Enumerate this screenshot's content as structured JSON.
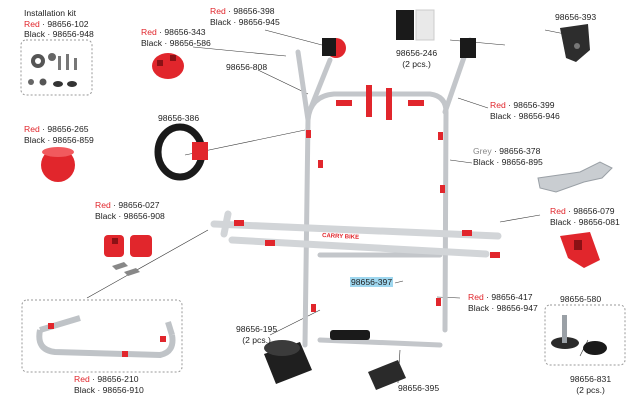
{
  "colors": {
    "red": "#e1262c",
    "frame": "#c3c6ca",
    "dark": "#222222",
    "highlight": "#9fd7ef"
  },
  "labels": {
    "kit_title": "Installation kit",
    "kit_red": "98656-102",
    "kit_black": "98656-948",
    "p343_red": "98656-343",
    "p343_black": "98656-586",
    "p398_red": "98656-398",
    "p398_black": "98656-945",
    "p808": "98656-808",
    "p246": "98656-246",
    "p246_qty": "(2 pcs.)",
    "p393": "98656-393",
    "p399_red": "98656-399",
    "p399_black": "98656-946",
    "p265_red": "98656-265",
    "p265_black": "98656-859",
    "p386": "98656-386",
    "p378_grey": "98656-378",
    "p378_black": "98656-895",
    "p027_red": "98656-027",
    "p027_black": "98656-908",
    "p079_red": "98656-079",
    "p079_black": "98656-081",
    "p397": "98656-397",
    "p417_red": "98656-417",
    "p417_black": "98656-947",
    "p580": "98656-580",
    "p195": "98656-195",
    "p195_qty": "(2 pcs.)",
    "p210_red": "98656-210",
    "p210_black": "98656-910",
    "p395": "98656-395",
    "p831": "98656-831",
    "p831_qty": "(2 pcs.)",
    "word_red": "Red",
    "word_black": "Black",
    "word_grey": "Grey",
    "rack_brand": "CARRY BIKE"
  }
}
